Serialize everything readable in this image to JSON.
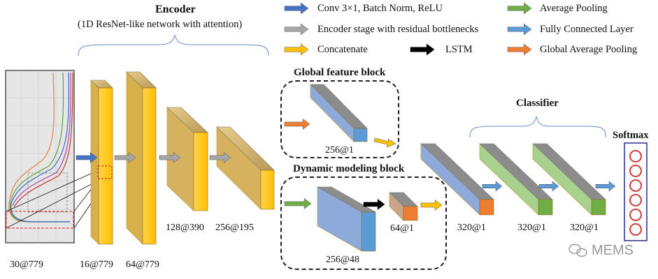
{
  "encoder": {
    "title": "Encoder",
    "subtitle": "(1D ResNet-like network with attention)"
  },
  "legend": [
    {
      "label": "Conv 3×1, Batch Norm, ReLU",
      "color": "#4472c4"
    },
    {
      "label": "Encoder stage with residual bottlenecks",
      "color": "#a6a6a6"
    },
    {
      "label": "Concatenate",
      "color": "#ffc000"
    },
    {
      "label": "LSTM",
      "color": "#000000"
    },
    {
      "label": "Average Pooling",
      "color": "#70ad47"
    },
    {
      "label": "Fully Connected Layer",
      "color": "#5b9bd5"
    },
    {
      "label": "Global Average Pooling",
      "color": "#ed7d31"
    }
  ],
  "blocks": {
    "global_feature": "Global feature block",
    "dynamic_modeling": "Dynamic modeling block",
    "classifier": "Classifier",
    "softmax": "Softmax"
  },
  "dims": {
    "input": "30@779",
    "stage1": "16@779",
    "stage2": "64@779",
    "stage3": "128@390",
    "stage4": "256@195",
    "global_out": "256@1",
    "dynamic_conv": "256@48",
    "lstm_out": "64@1",
    "concat": "320@1",
    "fc1": "320@1",
    "fc2": "320@1"
  },
  "watermark": "MEMS",
  "colors": {
    "yellow": "#ffc000",
    "yellow_dark": "#cfa33a",
    "blue": "#8eaadb",
    "green": "#a9d18e",
    "orange": "#ed7d31",
    "gray": "#a6a6a6"
  }
}
